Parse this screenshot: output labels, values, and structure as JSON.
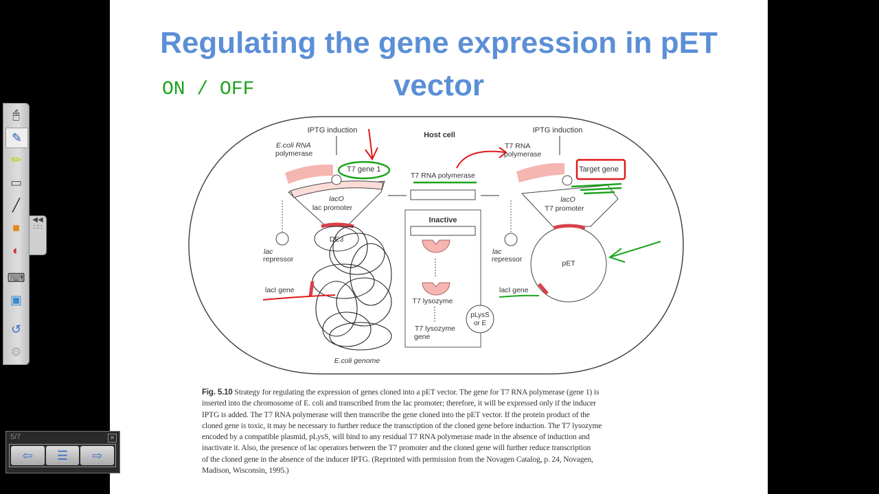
{
  "slide": {
    "title_line1": "Regulating the gene expression in pET",
    "title_line2": "vector",
    "annotation": "ON / OFF"
  },
  "diagram": {
    "host_cell": "Host cell",
    "left": {
      "iptg": "IPTG induction",
      "ecoli_rnap_1": "E.coli RNA",
      "ecoli_rnap_2": "polymerase",
      "t7_gene1": "T7 gene 1",
      "laco": "lacO",
      "lac_promoter": "lac promoter",
      "de3": "DE3",
      "lac_rep_1": "lac",
      "lac_rep_2": "repressor",
      "laci_gene": "lacI gene",
      "genome": "E.coli genome"
    },
    "middle": {
      "t7_rnap": "T7 RNA polymerase",
      "inactive": "Inactive",
      "t7_lysozyme": "T7 lysozyme",
      "t7_lys_gene_1": "T7 lysozyme",
      "t7_lys_gene_2": "gene",
      "plyss_1": "pLysS",
      "plyss_2": "or E"
    },
    "right": {
      "iptg": "IPTG induction",
      "t7_rnap_1": "T7 RNA",
      "t7_rnap_2": "polymerase",
      "target_gene": "Target gene",
      "laco": "lacO",
      "t7_promoter": "T7 promoter",
      "pet": "pET",
      "lac_rep_1": "lac",
      "lac_rep_2": "repressor",
      "laci_gene": "lacI gene"
    }
  },
  "caption": {
    "label": "Fig. 5.10",
    "lines": [
      "Strategy for regulating the expression of genes cloned into a pET vector. The gene for T7 RNA polymerase (gene 1) is",
      "inserted into the chromosome of E. coli and transcribed from the lac promoter; therefore, it will be expressed only if the inducer",
      "IPTG is added. The T7 RNA polymerase will then transcribe the gene cloned into the pET vector. If the protein product of the",
      "cloned gene is toxic, it may be necessary to further reduce the transcription of the cloned gene before induction. The T7 lysozyme",
      "encoded by a compatible plasmid, pLysS, will bind to any residual T7 RNA polymerase made in the absence of induction and",
      "inactivate it. Also, the presence of lac operators between the T7 promoter and the cloned gene will further reduce transcription",
      "of the cloned gene in the absence of the inducer IPTG. (Reprinted with permission from the Novagen Catalog, p. 24, Novagen,",
      "Madison, Wisconsin, 1995.)"
    ]
  },
  "toolbar": {
    "tools": [
      "select",
      "pen",
      "highlighter",
      "eraser",
      "line",
      "shapes",
      "magic-pen",
      "keyboard",
      "screen-capture",
      "undo",
      "settings"
    ],
    "selected": "pen"
  },
  "page_nav": {
    "page": "5/7"
  },
  "colors": {
    "title": "#5b8fd6",
    "ink_red": "#e01818",
    "ink_green": "#1aa31a",
    "gene_red": "#d9404a",
    "pink": "#f5b5b0"
  }
}
